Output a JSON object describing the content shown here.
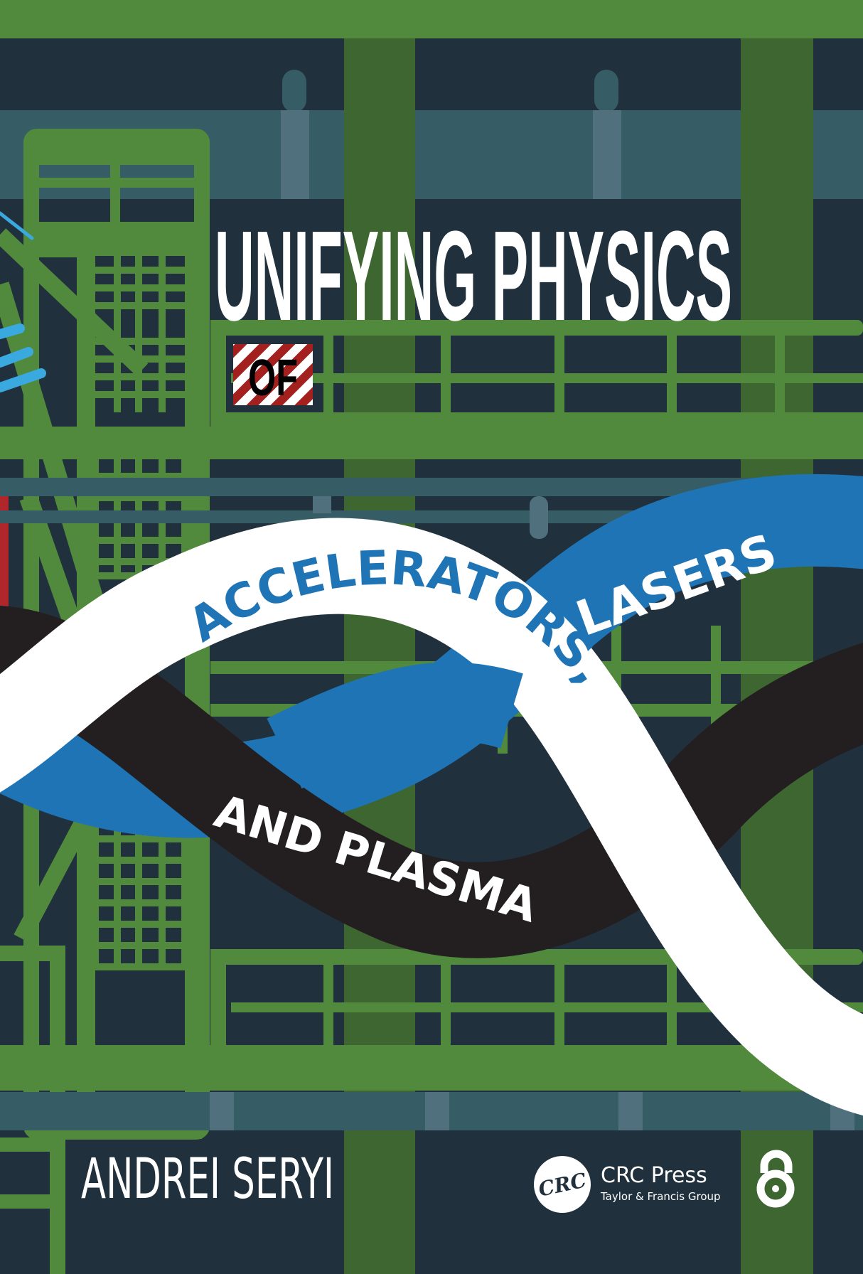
{
  "cover": {
    "title_line1": "UNIFYING PHYSICS",
    "title_of": "OF",
    "word_accelerators": "ACCELERATORS,",
    "word_lasers": "LASERS",
    "word_and_plasma": "AND PLASMA",
    "author": "ANDREI SERYI",
    "publisher": {
      "logo_text": "CRC",
      "name": "CRC Press",
      "group": "Taylor & Francis Group"
    },
    "open_access_icon": "open-access-lock-icon"
  },
  "colors": {
    "background": "#20313d",
    "green": "#518a3c",
    "dark_green": "#3d6630",
    "teal": "#365d65",
    "blue": "#1f74b5",
    "black": "#231f20",
    "white": "#ffffff",
    "hazard_red": "#a3201f"
  }
}
